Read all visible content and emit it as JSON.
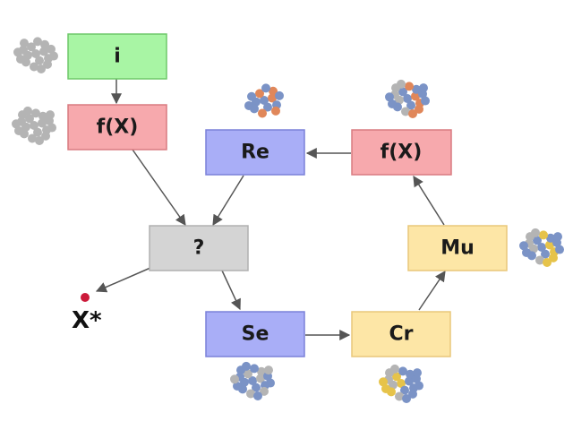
{
  "colors": {
    "green_fill": "#a8f5a4",
    "green_stroke": "#6fc86a",
    "red_fill": "#f7a9ad",
    "red_stroke": "#d97b80",
    "blue_fill": "#a9aef7",
    "blue_stroke": "#7a80d8",
    "gray_fill": "#d4d4d4",
    "gray_stroke": "#b0b0b0",
    "yellow_fill": "#fde6a6",
    "yellow_stroke": "#e9c77a",
    "arrow": "#555555",
    "dot_gray": "#b4b4b4",
    "dot_blue": "#7b93c6",
    "dot_orange": "#e0875a",
    "dot_yellow": "#e6c34a",
    "dot_red": "#cc1a3a"
  },
  "nodes": {
    "init": "i",
    "eval_top": "f(X)",
    "replace": "Re",
    "eval_right": "f(X)",
    "decide": "?",
    "select": "Se",
    "crossover": "Cr",
    "mutate": "Mu"
  },
  "result": {
    "label": "X*"
  }
}
